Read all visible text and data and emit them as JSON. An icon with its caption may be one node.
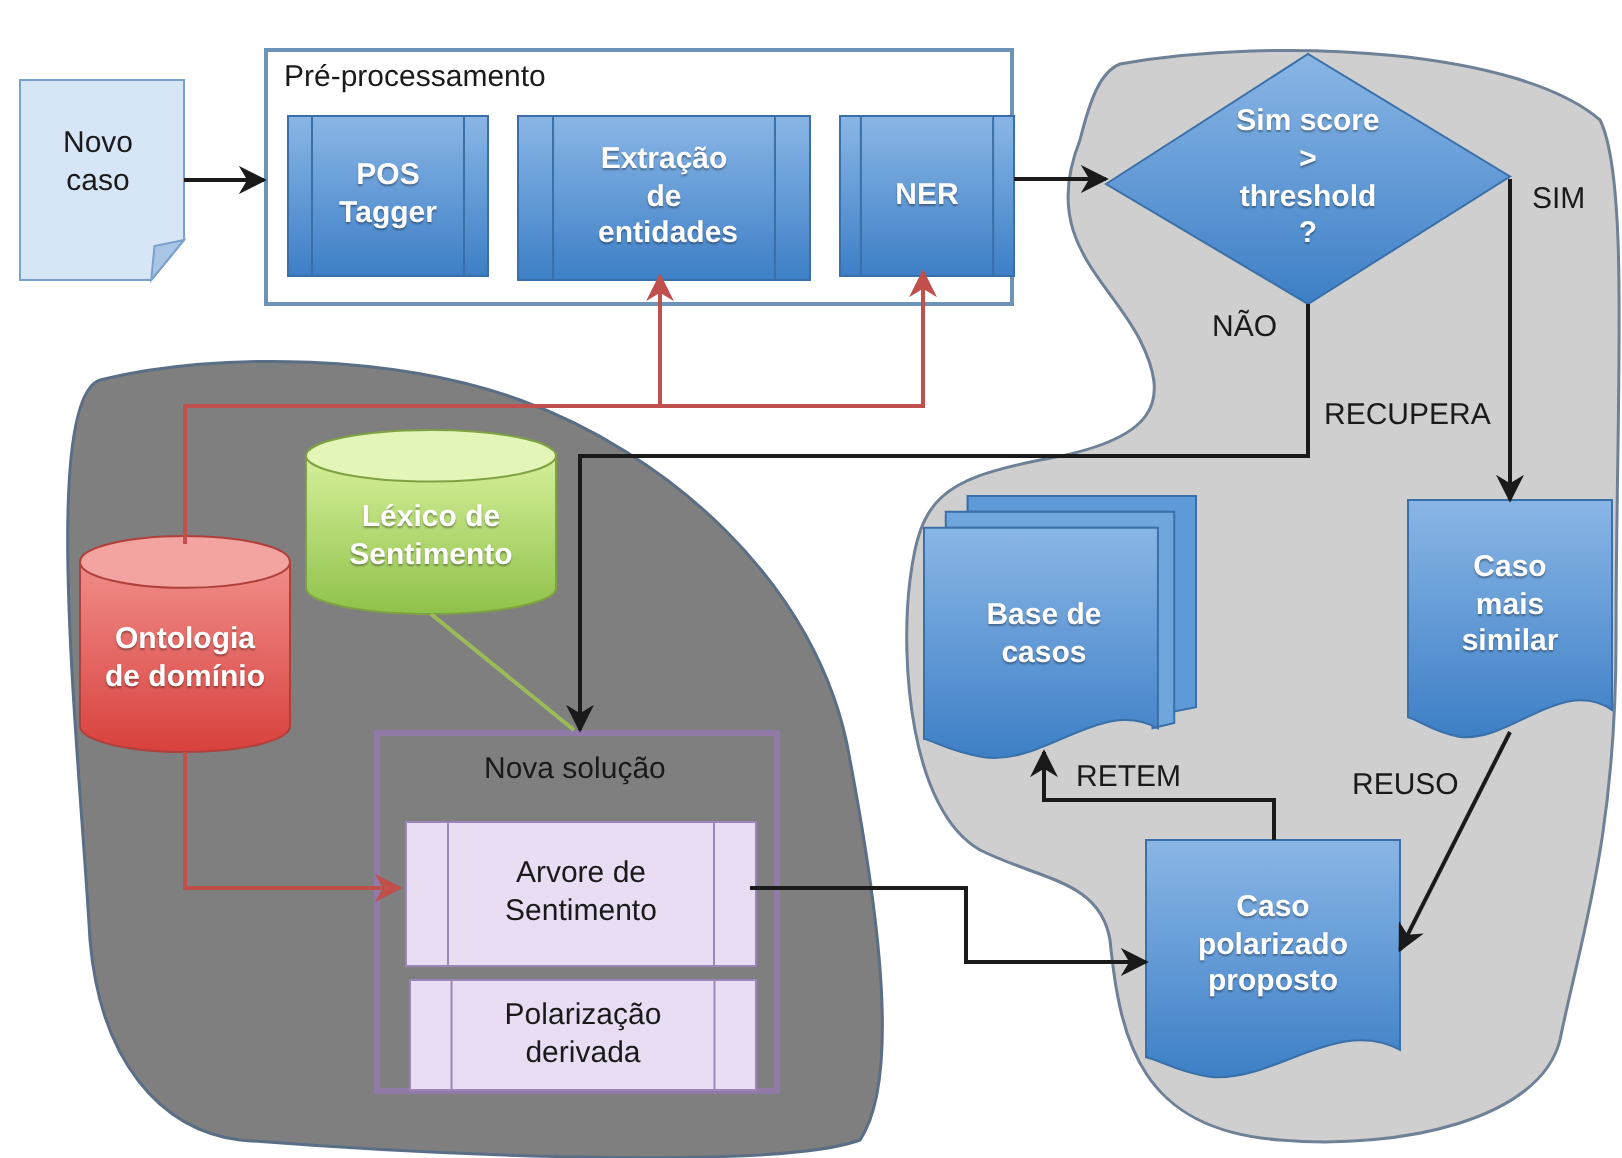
{
  "diagram": {
    "nodes": [
      {
        "text": [
          "Novo caso"
        ]
      },
      {
        "text": [
          "Pré-processamento"
        ]
      },
      {
        "text": [
          "POS Tagger"
        ],
        "in": 1
      },
      {
        "text": [
          "Extração de entidades"
        ],
        "in": 1
      },
      {
        "text": [
          "NER"
        ],
        "in": 1
      },
      {
        "text": [
          "Sim score > threshold ?"
        ]
      },
      {
        "text": [
          "Ontologia de domínio"
        ]
      },
      {
        "text": [
          "Léxico de Sentimento"
        ]
      },
      {
        "text": [
          "Nova solução"
        ]
      },
      {
        "text": [
          "Arvore de Sentimento"
        ],
        "in": 8
      },
      {
        "text": [
          "Polarização derivada"
        ],
        "in": 8
      },
      {
        "text": [
          "Base de casos"
        ]
      },
      {
        "text": [
          "Caso mais similar"
        ]
      },
      {
        "text": [
          "Caso polarizado proposto"
        ]
      }
    ],
    "edges": [
      {
        "from": 0,
        "to": 1,
        "arrow": "to"
      },
      {
        "from": 1,
        "to": 5,
        "arrow": "to"
      },
      {
        "from": 6,
        "to": 3,
        "arrow": "to",
        "color": "#c0504d"
      },
      {
        "from": 6,
        "to": 4,
        "arrow": "to",
        "color": "#c0504d"
      },
      {
        "from": 6,
        "to": 9,
        "arrow": "to",
        "color": "#c0504d"
      },
      {
        "from": 7,
        "to": 8,
        "arrow": "none",
        "color": "#9bbb59"
      },
      {
        "from": 5,
        "to": 8,
        "arrow": "to",
        "label": "NÃO"
      },
      {
        "from": 5,
        "to": 12,
        "arrow": "to",
        "label": "SIM"
      },
      {
        "from": 9,
        "to": 13,
        "arrow": "to"
      },
      {
        "from": 12,
        "to": 13,
        "arrow": "to",
        "label": "REUSO"
      },
      {
        "from": 13,
        "to": 11,
        "arrow": "to",
        "label": "RETEM"
      }
    ],
    "labels": [
      "RECUPERA"
    ]
  }
}
